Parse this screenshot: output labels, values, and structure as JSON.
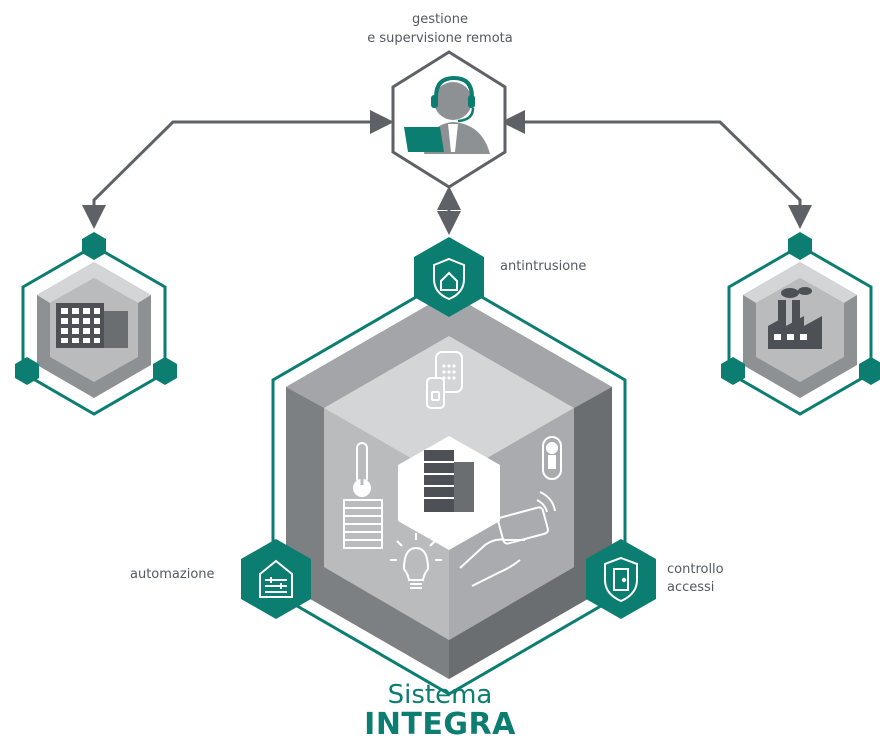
{
  "labels": {
    "top_line1": "gestione",
    "top_line2": "e supervisione remota",
    "antintrusione": "antintrusione",
    "automazione": "automazione",
    "controllo_line1": "controllo",
    "controllo_line2": "accessi"
  },
  "brand": {
    "line1": "Sistema",
    "line2": "INTEGRA"
  },
  "colors": {
    "teal": "#0c7d71",
    "dark_gray": "#6b6e71",
    "mid_gray": "#8e9194",
    "light_gray": "#b9bbbd",
    "lightest_gray": "#d4d5d6",
    "arrow": "#5e6266"
  },
  "icons": [
    "operator-headset-icon",
    "office-building-icon",
    "factory-icon",
    "house-shield-icon",
    "automation-house-icon",
    "door-shield-icon",
    "keypad-icon",
    "door-lock-icon",
    "thermometer-icon",
    "roller-shutter-icon",
    "light-bulb-icon",
    "hand-card-icon"
  ]
}
